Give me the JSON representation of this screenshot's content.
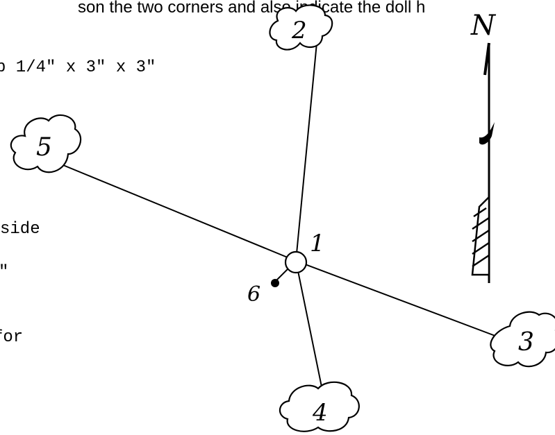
{
  "document": {
    "header_fragment": "son the two corners and also indicate the doll h",
    "text_lines": [
      "p 1/4\" x 3\" x 3\"",
      "side",
      "\"",
      "for"
    ]
  },
  "survey_sketch": {
    "center_point_label": "1",
    "small_point_label": "6",
    "corner_labels": {
      "north": "2",
      "west": "5",
      "south": "4",
      "east": "3"
    },
    "north_arrow_letter": "N"
  }
}
